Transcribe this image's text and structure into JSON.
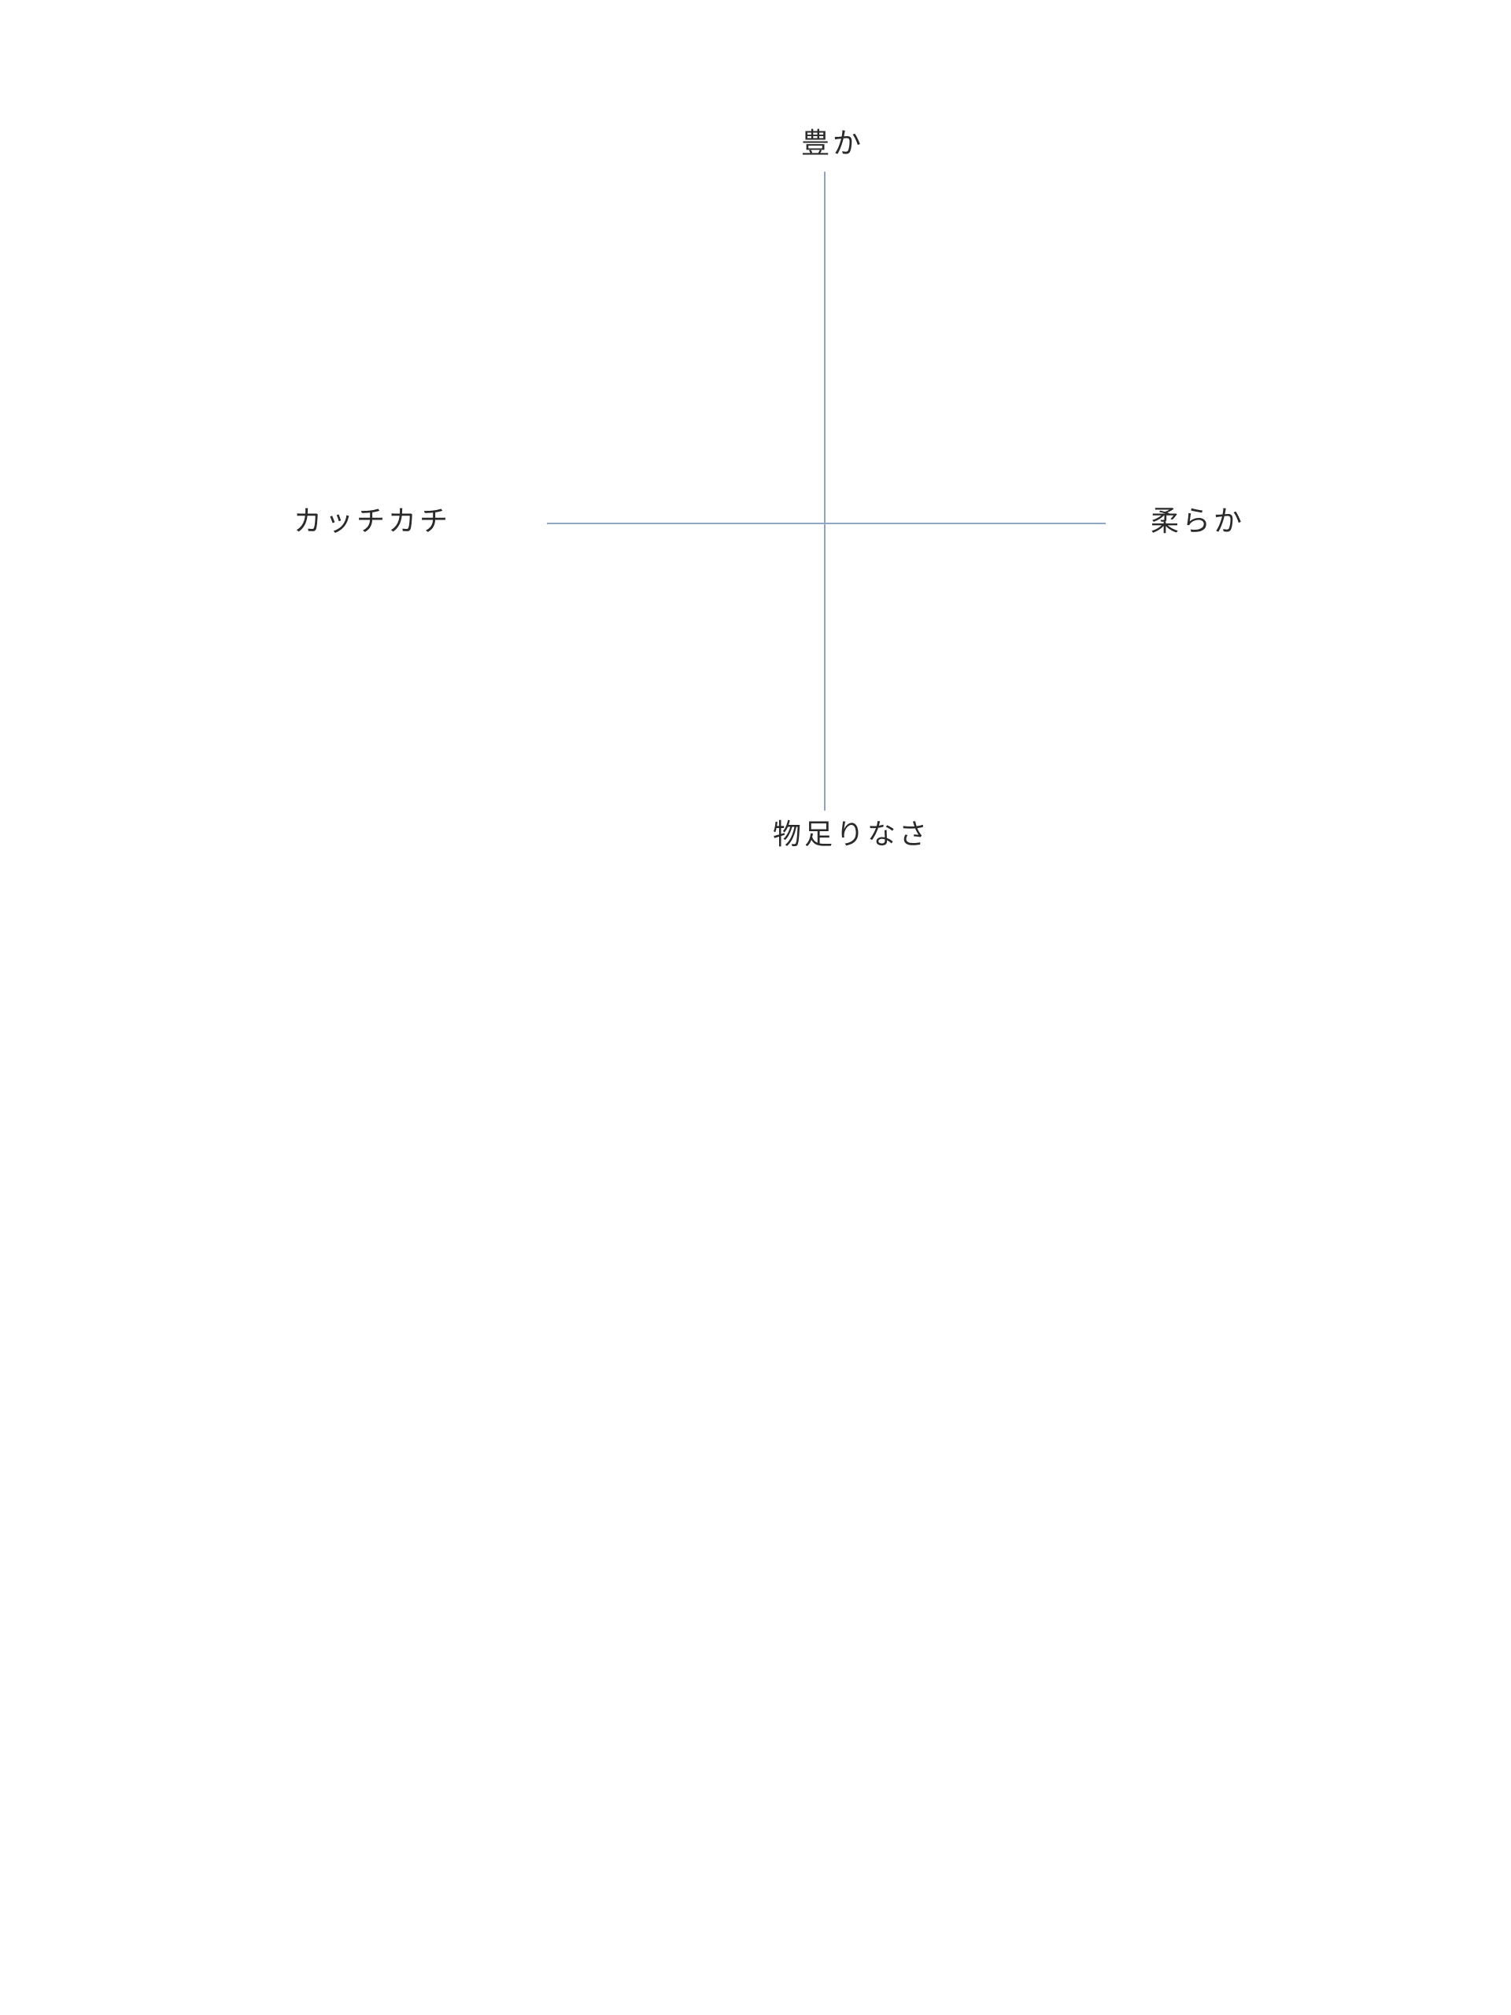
{
  "diagram": {
    "type": "positioning-map",
    "axis_color": "#8fa6c4",
    "text_color": "#2a2a2a",
    "labels": {
      "top": "豊か",
      "bottom": "物足りなさ",
      "left": "カッチカチ",
      "right": "柔らか"
    }
  }
}
